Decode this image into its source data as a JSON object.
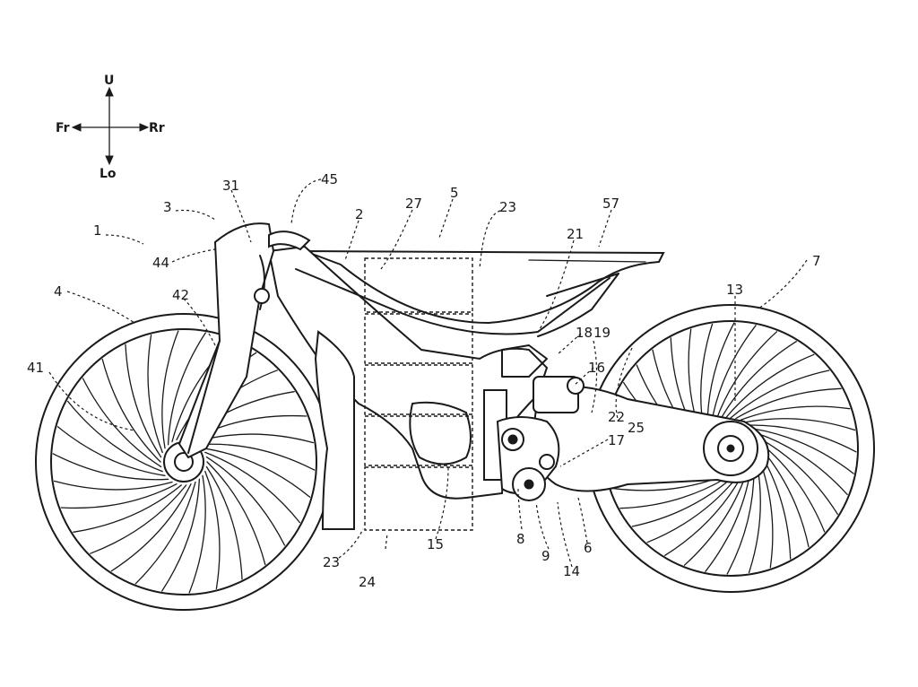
{
  "axes": {
    "up": "U",
    "down": "Lo",
    "front": "Fr",
    "rear": "Rr"
  },
  "labels": [
    {
      "id": "l1",
      "text": "1"
    },
    {
      "id": "l2",
      "text": "2"
    },
    {
      "id": "l3",
      "text": "3"
    },
    {
      "id": "l4",
      "text": "4"
    },
    {
      "id": "l5",
      "text": "5"
    },
    {
      "id": "l6",
      "text": "6"
    },
    {
      "id": "l7",
      "text": "7"
    },
    {
      "id": "l8",
      "text": "8"
    },
    {
      "id": "l9",
      "text": "9"
    },
    {
      "id": "l13",
      "text": "13"
    },
    {
      "id": "l14",
      "text": "14"
    },
    {
      "id": "l15",
      "text": "15"
    },
    {
      "id": "l16",
      "text": "16"
    },
    {
      "id": "l17",
      "text": "17"
    },
    {
      "id": "l18",
      "text": "18"
    },
    {
      "id": "l19",
      "text": "19"
    },
    {
      "id": "l21",
      "text": "21"
    },
    {
      "id": "l22",
      "text": "22"
    },
    {
      "id": "l23a",
      "text": "23"
    },
    {
      "id": "l23b",
      "text": "23"
    },
    {
      "id": "l24",
      "text": "24"
    },
    {
      "id": "l25",
      "text": "25"
    },
    {
      "id": "l27",
      "text": "27"
    },
    {
      "id": "l31",
      "text": "31"
    },
    {
      "id": "l41",
      "text": "41"
    },
    {
      "id": "l42",
      "text": "42"
    },
    {
      "id": "l44",
      "text": "44"
    },
    {
      "id": "l45",
      "text": "45"
    },
    {
      "id": "l57",
      "text": "57"
    }
  ]
}
